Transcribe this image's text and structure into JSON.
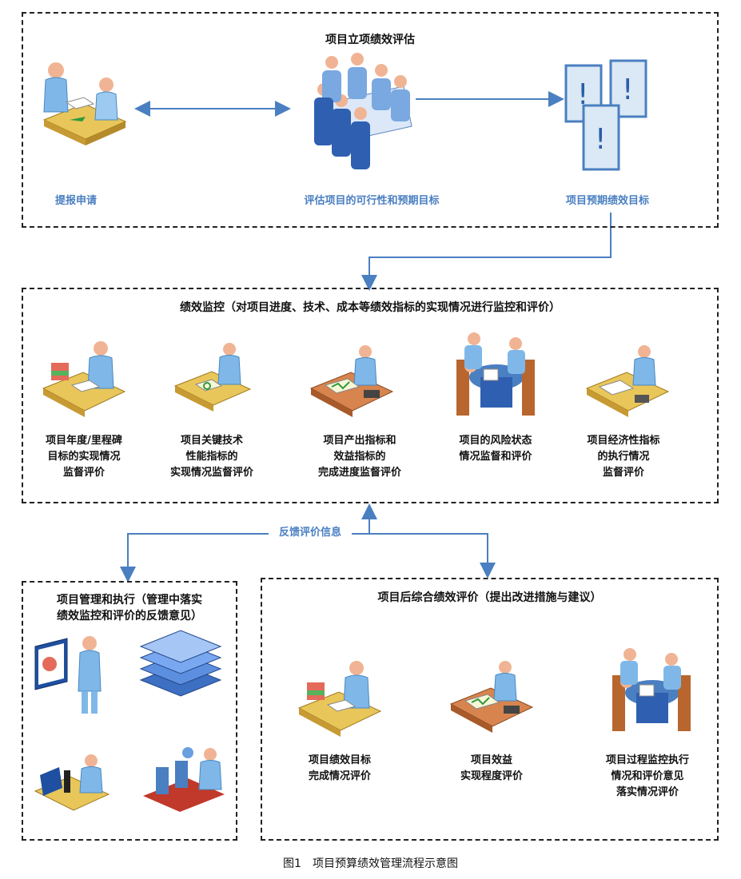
{
  "colors": {
    "arrow": "#4a7fc1",
    "border": "#222222",
    "label_blue": "#4a7fc1"
  },
  "section1": {
    "title": "项目立项绩效评估",
    "items": [
      "提报申请",
      "评估项目的可行性和预期目标",
      "项目预期绩效目标"
    ]
  },
  "section2": {
    "title": "绩效监控（对项目进度、技术、成本等绩效指标的实现情况进行监控和评价）",
    "items": [
      "项目年度/里程碑\n目标的实现情况\n监督评价",
      "项目关键技术\n性能指标的\n实现情况监督评价",
      "项目产出指标和\n效益指标的\n完成进度监督评价",
      "项目的风险状态\n情况监督和评价",
      "项目经济性指标\n的执行情况\n监督评价"
    ]
  },
  "feedback": {
    "label": "反馈评价信息"
  },
  "section3": {
    "title": "项目管理和执行（管理中落实\n绩效监控和评价的反馈意见）"
  },
  "section4": {
    "title": "项目后综合绩效评价（提出改进措施与建议）",
    "items": [
      "项目绩效目标\n完成情况评价",
      "项目效益\n实现程度评价",
      "项目过程监控执行\n情况和评价意见\n落实情况评价"
    ]
  },
  "caption": "图1　项目预算绩效管理流程示意图"
}
